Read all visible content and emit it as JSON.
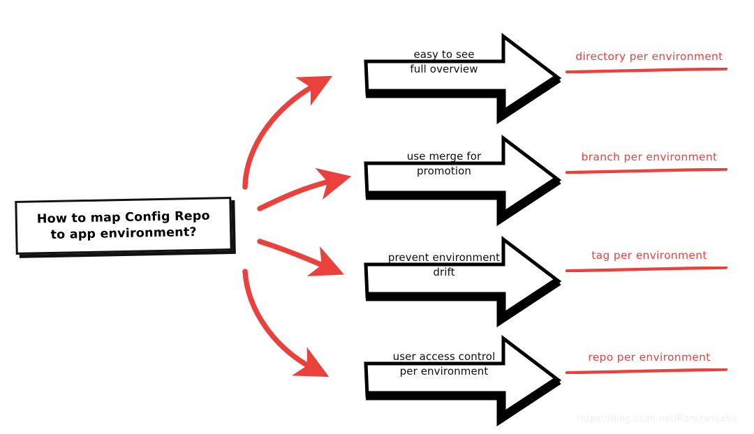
{
  "diagram": {
    "title_box": {
      "text": "How to map Config Repo\nto app environment?"
    },
    "accent_red": "#ea413c",
    "ink_black": "#111111",
    "connectors": [
      {
        "name": "connector-to-branch-1",
        "label": "curved-red-arrow"
      },
      {
        "name": "connector-to-branch-2",
        "label": "curved-red-arrow"
      },
      {
        "name": "connector-to-branch-3",
        "label": "curved-red-arrow"
      },
      {
        "name": "connector-to-branch-4",
        "label": "curved-red-arrow"
      }
    ],
    "branches": [
      {
        "benefit": "easy to see\nfull overview",
        "strategy": "directory per environment"
      },
      {
        "benefit": "use merge for\npromotion",
        "strategy": "branch per environment"
      },
      {
        "benefit": "prevent environment\ndrift",
        "strategy": "tag per environment"
      },
      {
        "benefit": "user access control\nper environment",
        "strategy": "repo per environment"
      }
    ],
    "watermark": "https://blog.csdn.net/RancherLabs"
  }
}
